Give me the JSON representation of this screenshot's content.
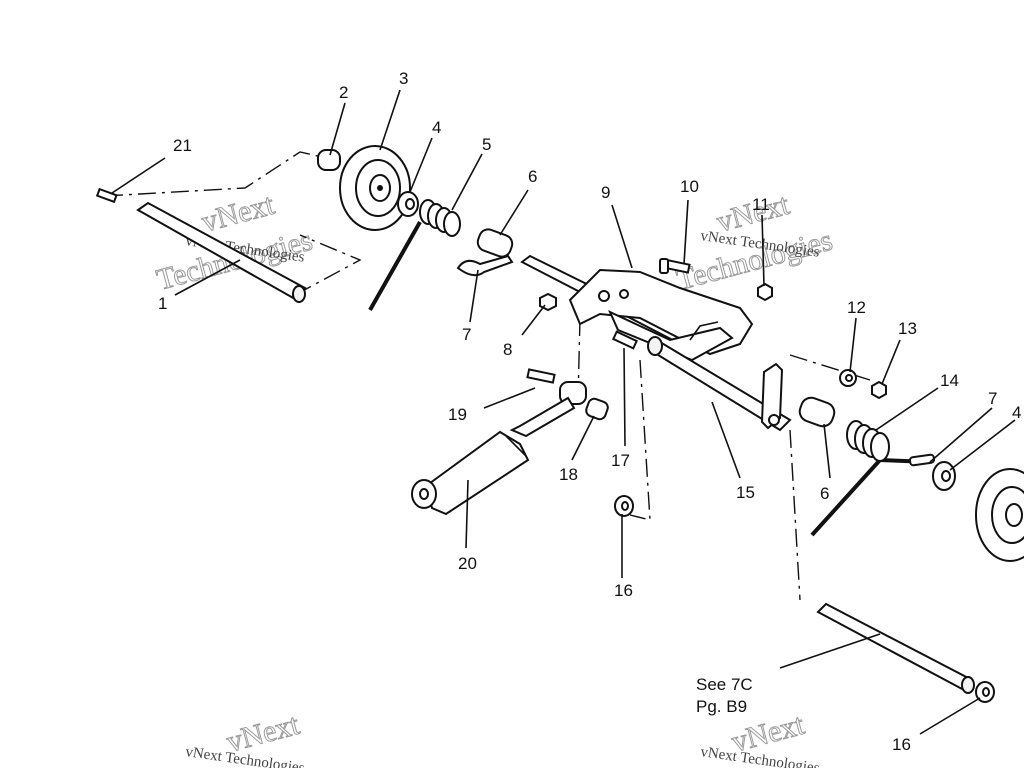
{
  "callouts": {
    "c1": "1",
    "c2": "2",
    "c3": "3",
    "c4": "4",
    "c4b": "4",
    "c5": "5",
    "c6": "6",
    "c6b": "6",
    "c7": "7",
    "c7b": "7",
    "c8": "8",
    "c9": "9",
    "c10": "10",
    "c11": "11",
    "c12": "12",
    "c13": "13",
    "c14": "14",
    "c15": "15",
    "c16": "16",
    "c16b": "16",
    "c17": "17",
    "c18": "18",
    "c19": "19",
    "c20": "20",
    "c21": "21"
  },
  "reference": {
    "line1": "See 7C",
    "line2": "Pg. B9"
  },
  "watermarks": {
    "small": "vNext Technologies",
    "big1": "vNext",
    "big2": "Technologies"
  }
}
